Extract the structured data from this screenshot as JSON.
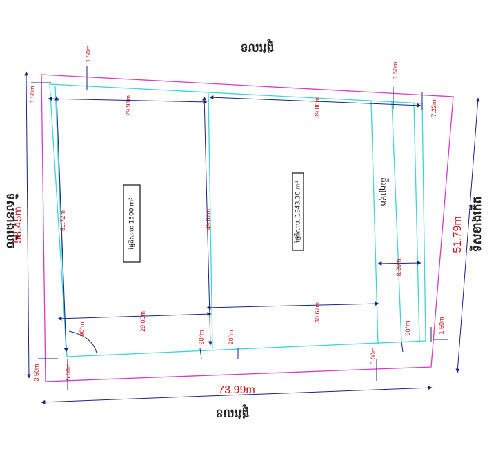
{
  "roads": {
    "north": "ផ្លូវលេខ",
    "south": "ផ្លូវលេខ",
    "west": "ទិសខាងលិច",
    "east": "ទិសខាងកើត"
  },
  "zone_label": "ដីរក្សាទុក",
  "plots": [
    {
      "area_label": "ផ្ទៃដីសរុប: 1500 m²"
    },
    {
      "area_label": "ផ្ទៃដីសរុប: 1843.36 m²"
    }
  ],
  "dimensions": {
    "total_width": "73.99m",
    "west_length": "58.45m",
    "east_length": "51.79m",
    "top_setback_left": "1.50m",
    "top_setback_right": "1.50m",
    "left_setback": "1.50m",
    "plot1_top": "29.91m",
    "plot2_top": "39.88m",
    "corner": "7.22m",
    "plot1_left": "51.72m",
    "plot1_right": "49.07m",
    "plot1_bottom": "29.00m",
    "plot2_bottom": "30.67m",
    "strip_width": "8.30m",
    "right_setback": "1.50m",
    "bottom_setback_left": "5.00m",
    "bottom_setback_right": "5.00m",
    "bottom_left_offset": "3.50m"
  },
  "angles": [
    "90°m",
    "90°m",
    "90°m",
    "90°m"
  ],
  "colors": {
    "boundary": "#d63ac9",
    "setback": "#3fd4d6",
    "dimension_line": "#1a237e",
    "dimension_text": "#c8121d"
  }
}
